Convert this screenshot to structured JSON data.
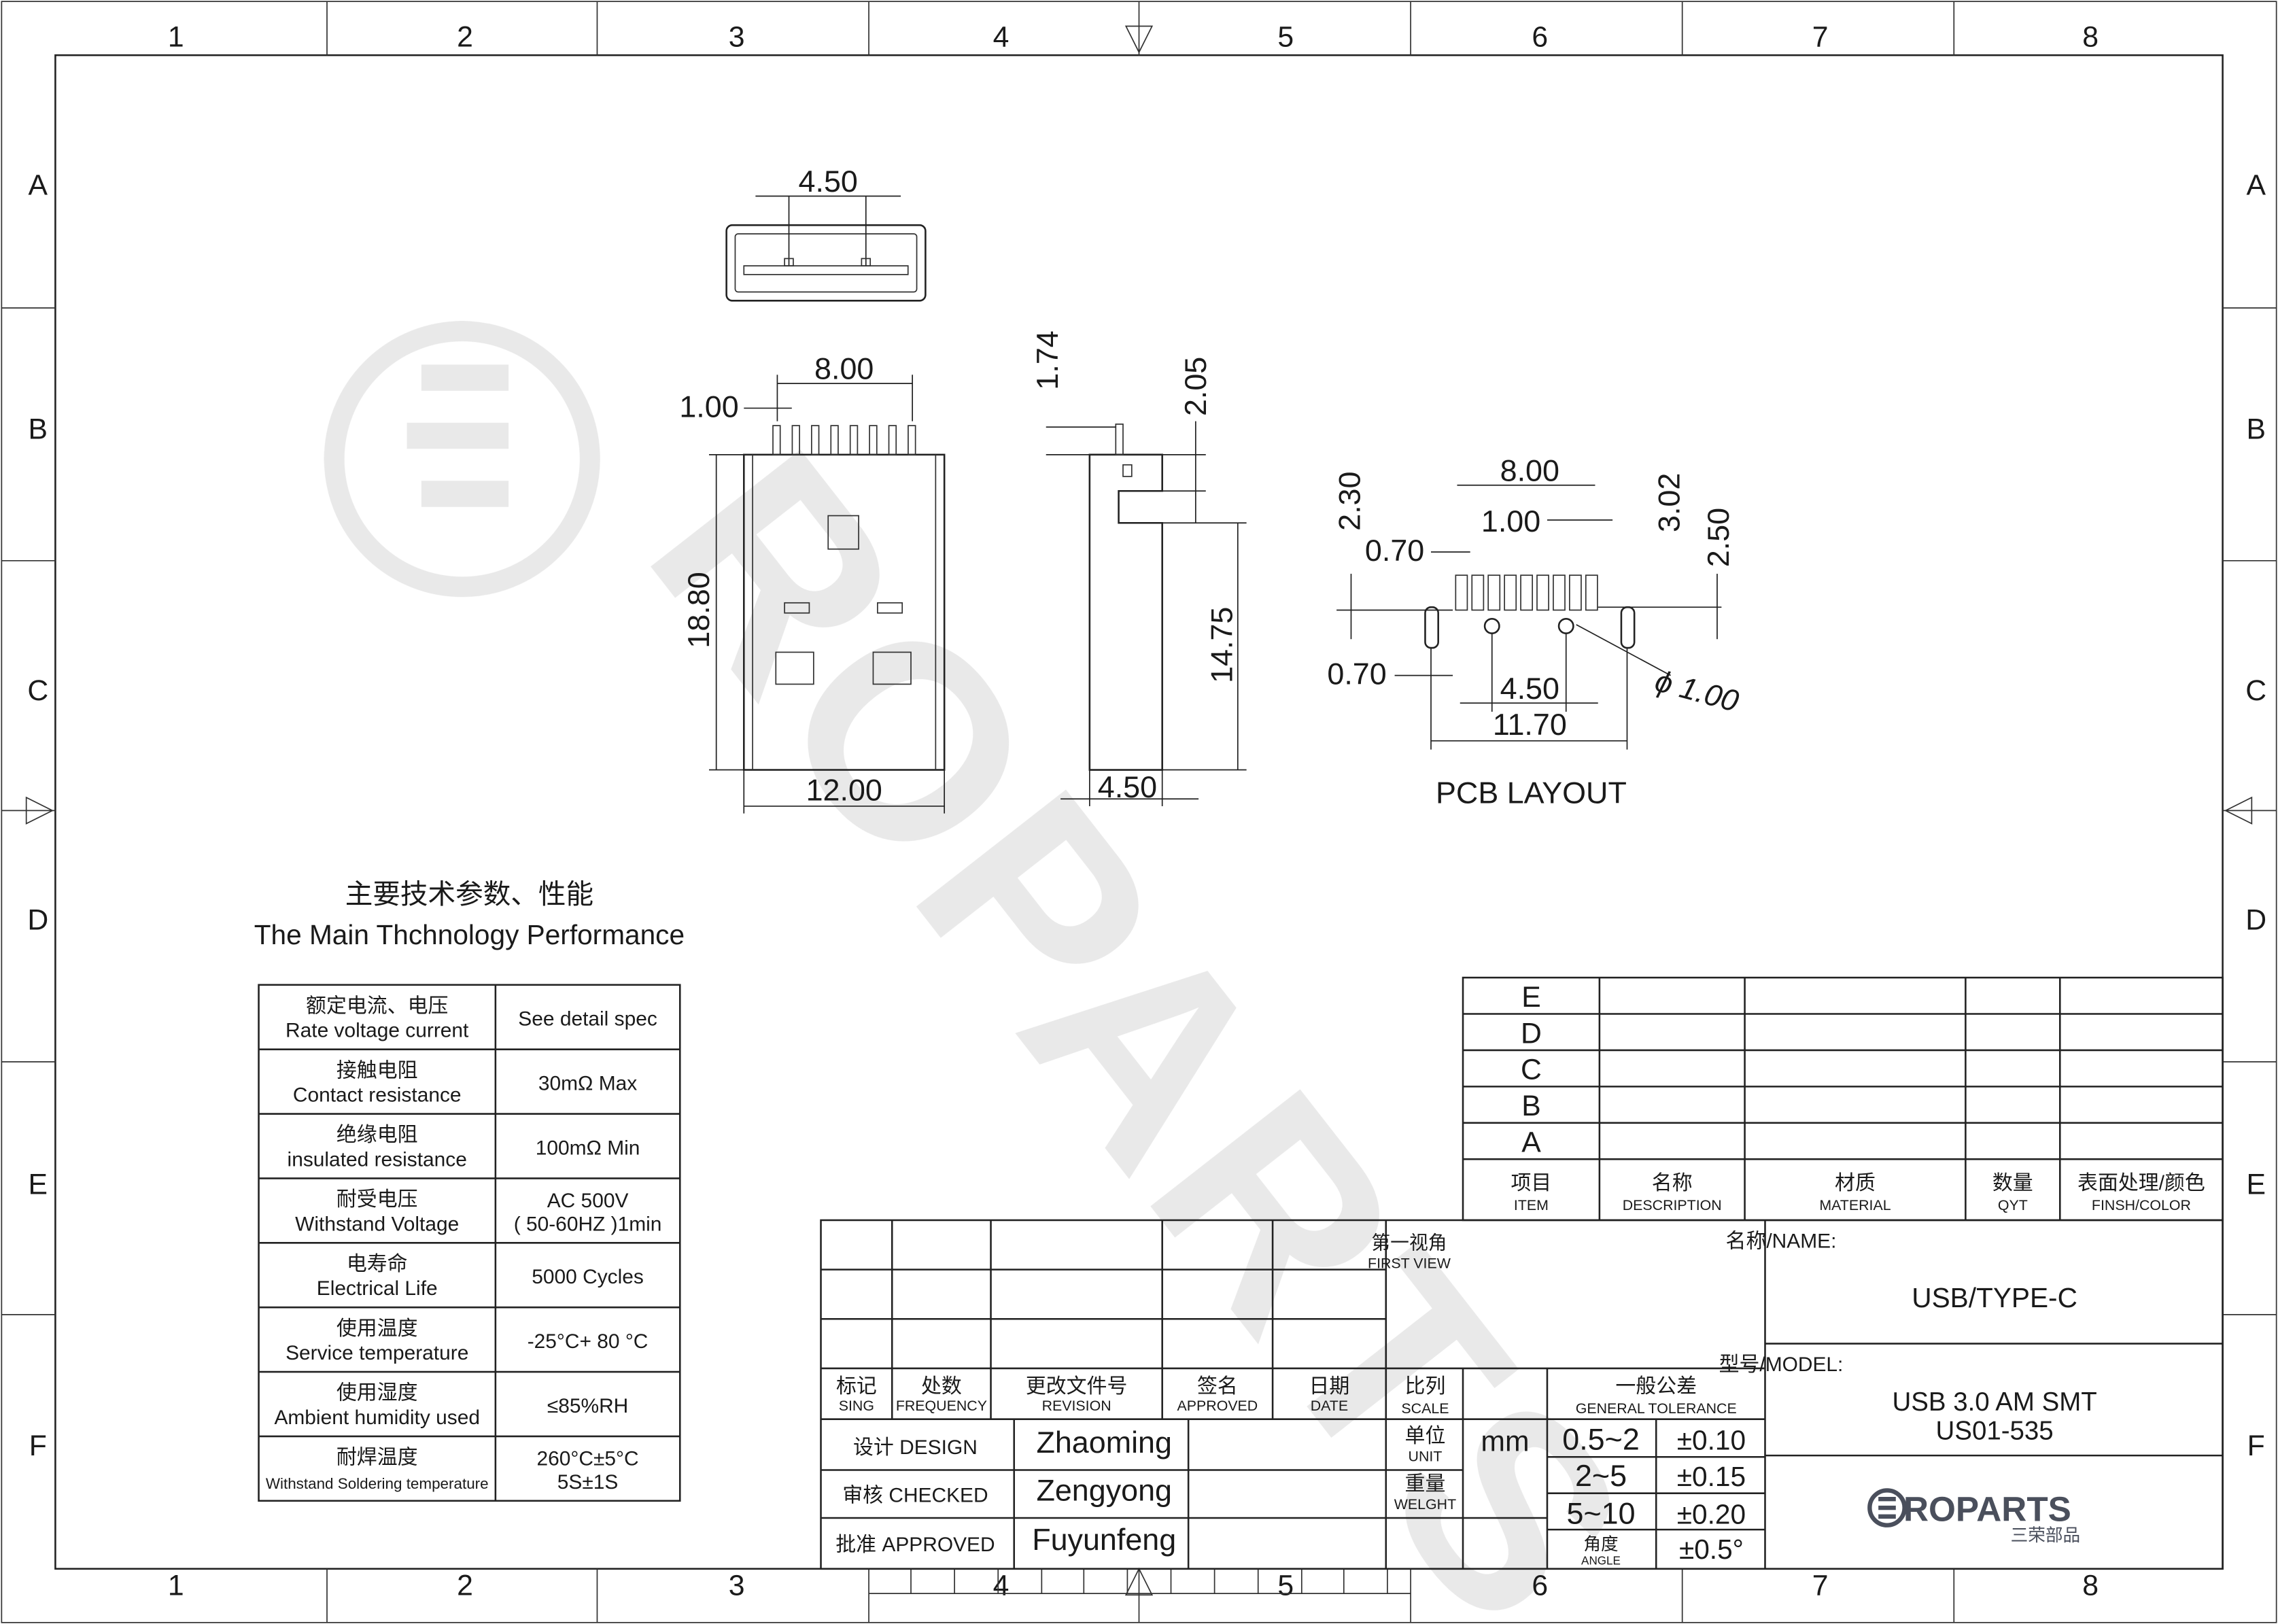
{
  "frame": {
    "columns": [
      "1",
      "2",
      "3",
      "4",
      "5",
      "6",
      "7",
      "8"
    ],
    "rows": [
      "A",
      "B",
      "C",
      "D",
      "E",
      "F"
    ]
  },
  "watermark": "ROPARTS",
  "views": {
    "top_dim": "4.50",
    "front": {
      "pitch": "8.00",
      "pin": "1.00",
      "height": "18.80",
      "width": "12.00"
    },
    "side": {
      "d1": "1.74",
      "d2": "2.05",
      "d3": "14.75",
      "d4": "4.50"
    },
    "pcb": {
      "title": "PCB LAYOUT",
      "d_800": "8.00",
      "d_230": "2.30",
      "d_070a": "0.70",
      "d_100": "1.00",
      "d_302": "3.02",
      "d_250": "2.50",
      "d_070b": "0.70",
      "d_450": "4.50",
      "d_1170": "11.70",
      "d_phi": "ϕ 1.00"
    }
  },
  "performance": {
    "title_cn": "主要技术参数、性能",
    "title_en": "The Main Thchnology Performance",
    "rows": [
      {
        "cn": "额定电流、电压",
        "en": "Rate voltage current",
        "value": "See detail spec",
        "value2": ""
      },
      {
        "cn": "接触电阻",
        "en": "Contact resistance",
        "value": "30mΩ Max",
        "value2": ""
      },
      {
        "cn": "绝缘电阻",
        "en": "insulated resistance",
        "value": "100mΩ Min",
        "value2": ""
      },
      {
        "cn": "耐受电压",
        "en": "Withstand Voltage",
        "value": "AC 500V",
        "value2": "( 50-60HZ )1min"
      },
      {
        "cn": "电寿命",
        "en": "Electrical Life",
        "value": "5000 Cycles",
        "value2": ""
      },
      {
        "cn": "使用温度",
        "en": "Service temperature",
        "value": "-25°C+ 80 °C",
        "value2": ""
      },
      {
        "cn": "使用湿度",
        "en": "Ambient humidity used",
        "value": "≤85%RH",
        "value2": ""
      },
      {
        "cn": "耐焊温度",
        "en": "Withstand Soldering temperature",
        "value": "260°C±5°C",
        "value2": "5S±1S"
      }
    ]
  },
  "revision_table": {
    "rows": [
      "E",
      "D",
      "C",
      "B",
      "A"
    ],
    "headers": [
      {
        "cn": "项目",
        "en": "ITEM"
      },
      {
        "cn": "名称",
        "en": "DESCRIPTION"
      },
      {
        "cn": "材质",
        "en": "MATERIAL"
      },
      {
        "cn": "数量",
        "en": "QYT"
      },
      {
        "cn": "表面处理/颜色",
        "en": "FINSH/COLOR"
      }
    ]
  },
  "title_block": {
    "change_headers": [
      {
        "cn": "标记",
        "en": "SING"
      },
      {
        "cn": "处数",
        "en": "FREQUENCY"
      },
      {
        "cn": "更改文件号",
        "en": "REVISION"
      },
      {
        "cn": "签名",
        "en": "APPROVED"
      },
      {
        "cn": "日期",
        "en": "DATE"
      }
    ],
    "first_view_cn": "第一视角",
    "first_view_en": "FIRST VIEW",
    "scale_cn": "比列",
    "scale_en": "SCALE",
    "unit_cn": "单位",
    "unit_en": "UNIT",
    "unit_value": "mm",
    "weight_cn": "重量",
    "weight_en": "WELGHT",
    "tolerance_cn": "一般公差",
    "tolerance_en": "GENERAL TOLERANCE",
    "tolerances": [
      {
        "range": "0.5~2",
        "value": "±0.10"
      },
      {
        "range": "2~5",
        "value": "±0.15"
      },
      {
        "range": "5~10",
        "value": "±0.20"
      }
    ],
    "angle_cn": "角度",
    "angle_en": "ANGLE",
    "angle_value": "±0.5°",
    "design_label": "设计 DESIGN",
    "design_name": "Zhaoming",
    "checked_label": "审核 CHECKED",
    "checked_name": "Zengyong",
    "approved_label": "批准 APPROVED",
    "approved_name": "Fuyunfeng",
    "name_label": "名称/NAME:",
    "name_value": "USB/TYPE-C",
    "model_label": "型号/MODEL:",
    "model_value1": "USB 3.0 AM SMT",
    "model_value2": "US01-535",
    "logo_text": "ROPARTS",
    "logo_sub": "三荣部品"
  }
}
